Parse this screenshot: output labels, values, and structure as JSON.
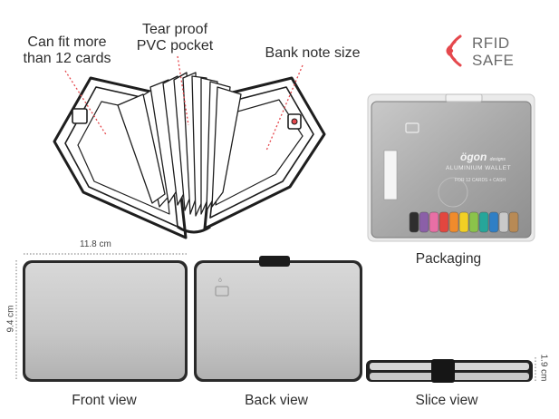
{
  "callouts": {
    "cards": [
      "Can fit more",
      "than 12 cards"
    ],
    "pocket": [
      "Tear proof",
      "PVC pocket"
    ],
    "banknote": "Bank note size"
  },
  "rfid": {
    "line1": "RFID",
    "line2": "SAFE",
    "icon": "rfid-wave-icon",
    "color": "#e5484d"
  },
  "packaging": {
    "label": "Packaging",
    "brand": "ögon",
    "brand_sub": "designs",
    "product": "ALUMINIUM WALLET",
    "subline": "FOR 12 CARDS + CASH"
  },
  "dimensions": {
    "width": "11.8 cm",
    "height": "9.4 cm",
    "depth": "1.9 cm"
  },
  "views": {
    "front": "Front view",
    "back": "Back view",
    "slice": "Slice view"
  },
  "logo_mark": "ö"
}
